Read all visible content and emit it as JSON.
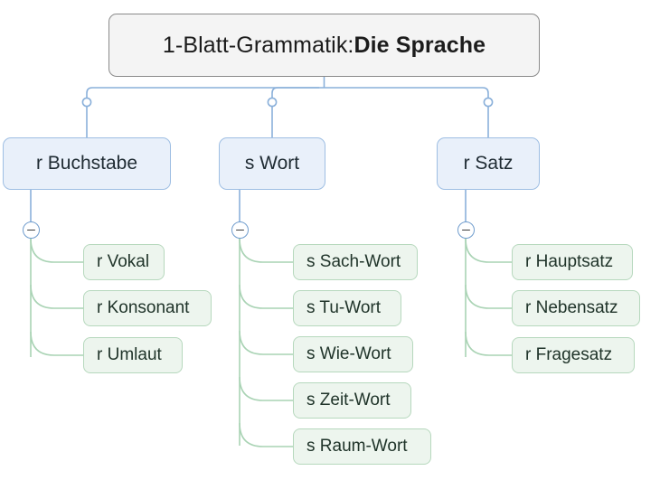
{
  "diagram": {
    "type": "mind-map",
    "title_plain": "1-Blatt-Grammatik: ",
    "title_bold": "Die Sprache",
    "colors": {
      "root_fill": "#f4f4f4",
      "root_border": "#8a8a8a",
      "level2_fill": "#e9f0fa",
      "level2_border": "#9ebee3",
      "level3_fill": "#edf5ee",
      "level3_border": "#b6d8bd",
      "connector_blue": "#8ab0da",
      "connector_green": "#a9d3b4",
      "background": "#ffffff"
    },
    "branches": [
      {
        "label": "r Buchstabe",
        "collapse_icon": "minus-circle-icon",
        "children": [
          {
            "label": "r Vokal"
          },
          {
            "label": "r Konsonant"
          },
          {
            "label": "r Umlaut"
          }
        ]
      },
      {
        "label": "s Wort",
        "collapse_icon": "minus-circle-icon",
        "children": [
          {
            "label": "s Sach-Wort"
          },
          {
            "label": "s Tu-Wort"
          },
          {
            "label": "s Wie-Wort"
          },
          {
            "label": "s Zeit-Wort"
          },
          {
            "label": "s Raum-Wort"
          }
        ]
      },
      {
        "label": "r Satz",
        "collapse_icon": "minus-circle-icon",
        "children": [
          {
            "label": "r Hauptsatz"
          },
          {
            "label": "r Nebensatz"
          },
          {
            "label": "r Fragesatz"
          }
        ]
      }
    ]
  }
}
